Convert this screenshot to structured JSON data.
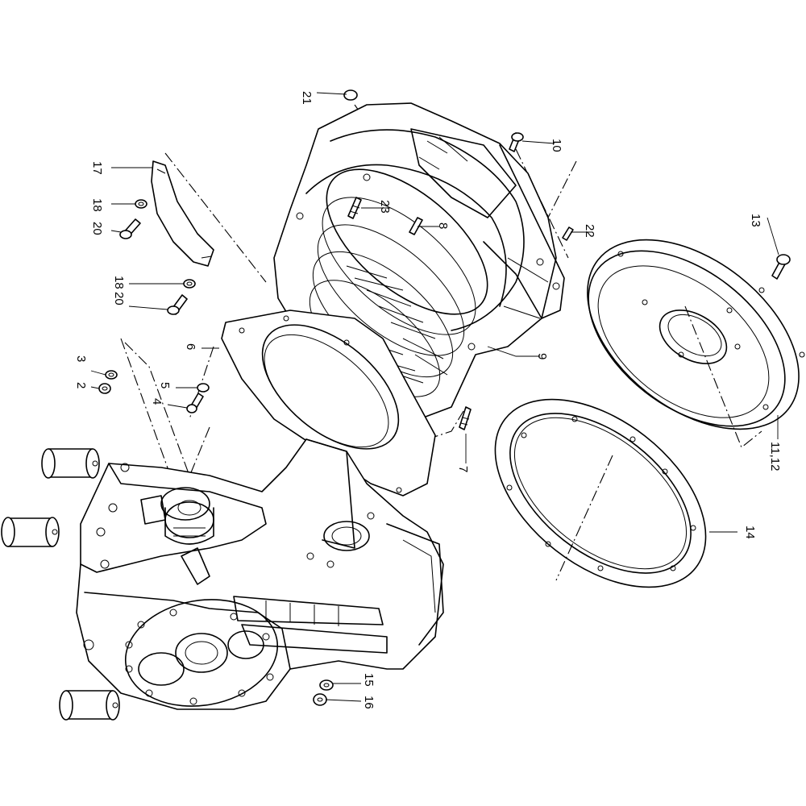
{
  "diagram": {
    "callouts": [
      {
        "id": "c1",
        "text": "21"
      },
      {
        "id": "c2",
        "text": "10"
      },
      {
        "id": "c3",
        "text": "17"
      },
      {
        "id": "c4",
        "text": "18"
      },
      {
        "id": "c5",
        "text": "20"
      },
      {
        "id": "c6",
        "text": "23"
      },
      {
        "id": "c7",
        "text": "8"
      },
      {
        "id": "c8",
        "text": "22"
      },
      {
        "id": "c9",
        "text": "13"
      },
      {
        "id": "c10",
        "text": "18"
      },
      {
        "id": "c11",
        "text": "20"
      },
      {
        "id": "c12",
        "text": "6"
      },
      {
        "id": "c13",
        "text": "9"
      },
      {
        "id": "c14",
        "text": "3"
      },
      {
        "id": "c15",
        "text": "2"
      },
      {
        "id": "c16",
        "text": "5"
      },
      {
        "id": "c17",
        "text": "4"
      },
      {
        "id": "c18",
        "text": "7"
      },
      {
        "id": "c19",
        "text": "11,12"
      },
      {
        "id": "c20",
        "text": "14"
      },
      {
        "id": "c21",
        "text": "15"
      },
      {
        "id": "c22",
        "text": "16"
      }
    ]
  }
}
